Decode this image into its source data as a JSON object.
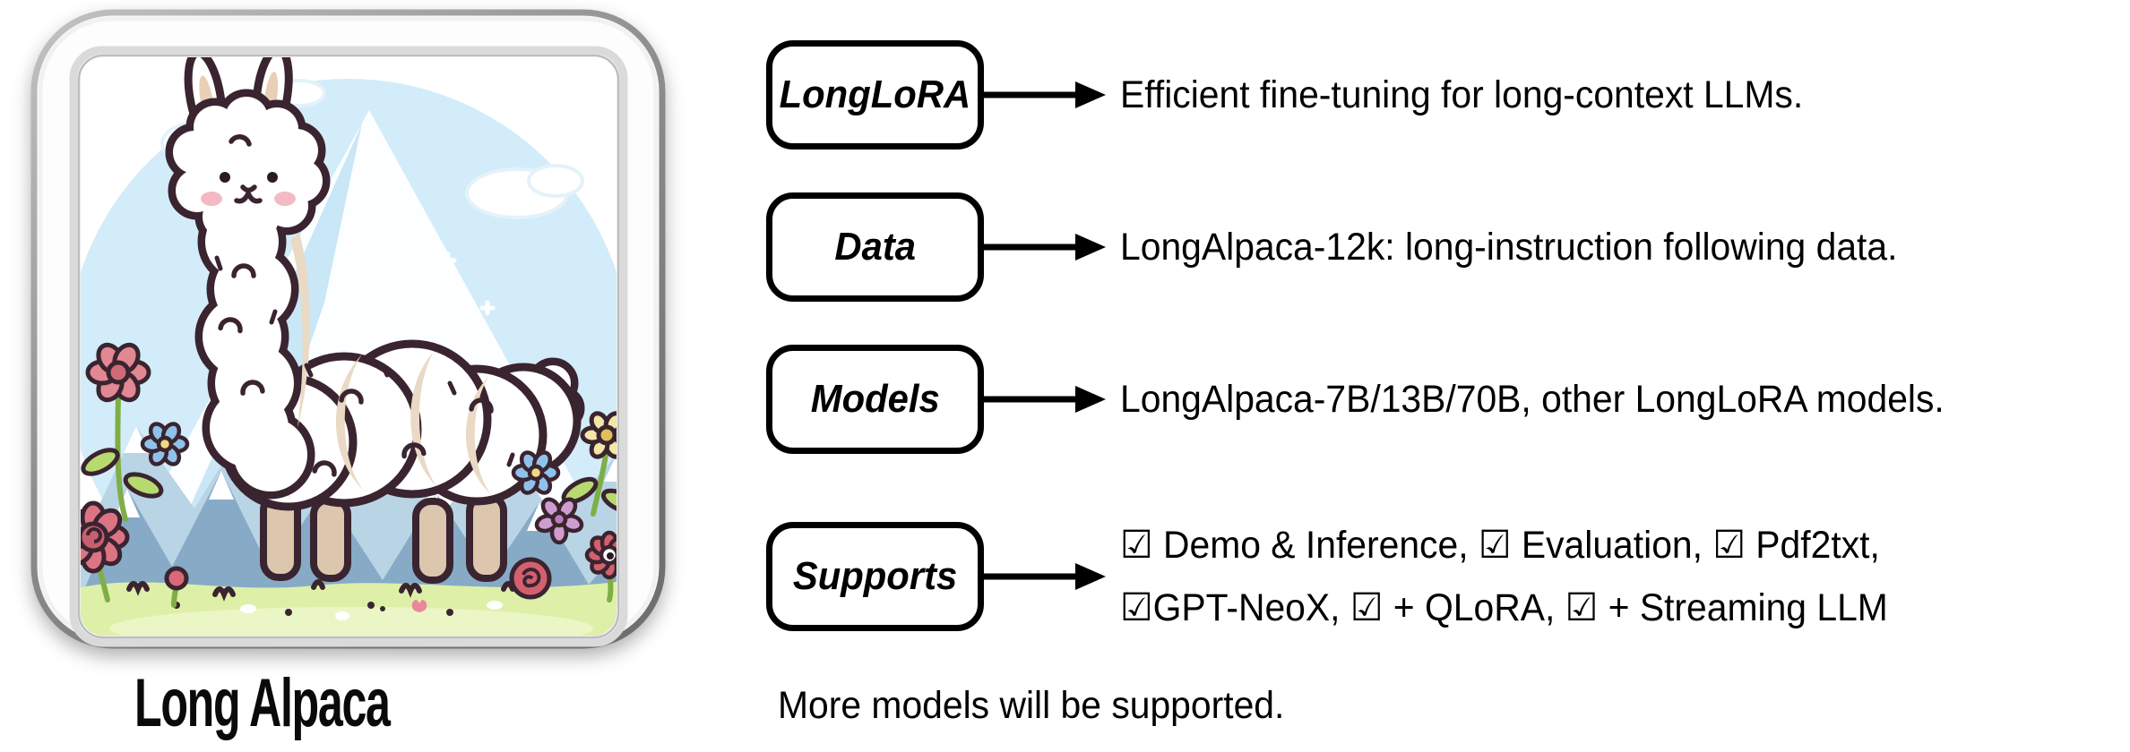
{
  "logo": {
    "caption": "Long Alpaca",
    "illustration": "cartoon long-necked alpaca in rounded square badge with mountains, clouds, flowers and grass"
  },
  "rows": [
    {
      "label": "LongLoRA",
      "lines": [
        "Efficient fine-tuning for long-context LLMs."
      ]
    },
    {
      "label": "Data",
      "lines": [
        "LongAlpaca-12k: long-instruction following data."
      ]
    },
    {
      "label": "Models",
      "lines": [
        "LongAlpaca-7B/13B/70B, other LongLoRA models."
      ]
    },
    {
      "label": "Supports",
      "lines": [
        "☑ Demo & Inference, ☑ Evaluation, ☑ Pdf2txt,",
        "☑GPT-NeoX, ☑ + QLoRA, ☑ + Streaming LLM"
      ]
    }
  ],
  "footer": {
    "note": "More models will be supported."
  },
  "colors": {
    "text": "#000000",
    "box_border": "#000000",
    "badge_bezel": "#8f8f8f",
    "sky_circle": "#d3ecf9",
    "mountain_front": "#87aac7",
    "mountain_mid": "#b9d4e4",
    "grass": "#def0a8",
    "fleece_outline": "#3a2430",
    "fleece_shade": "#ead9c5",
    "flower_red": "#dc7484",
    "flower_blue": "#8ec2ea",
    "flower_yellow": "#f3e6a6"
  }
}
